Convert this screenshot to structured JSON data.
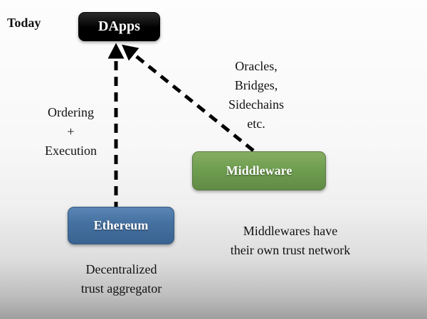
{
  "diagram": {
    "today_label": "Today",
    "nodes": {
      "dapps": {
        "label": "DApps",
        "bg": "#000000"
      },
      "ethereum": {
        "label": "Ethereum",
        "bg": "#44709f"
      },
      "middleware": {
        "label": "Middleware",
        "bg": "#6f9e50"
      }
    },
    "edge_labels": {
      "ordering": {
        "line1": "Ordering",
        "line2": "+",
        "line3": "Execution"
      },
      "oracles": {
        "line1": "Oracles,",
        "line2": "Bridges,",
        "line3": "Sidechains",
        "line4": "etc."
      }
    },
    "captions": {
      "ethereum": {
        "line1": "Decentralized",
        "line2": "trust aggregator"
      },
      "middleware": {
        "line1": "Middlewares have",
        "line2": "their own trust network"
      }
    },
    "arrow_color": "#000000"
  }
}
